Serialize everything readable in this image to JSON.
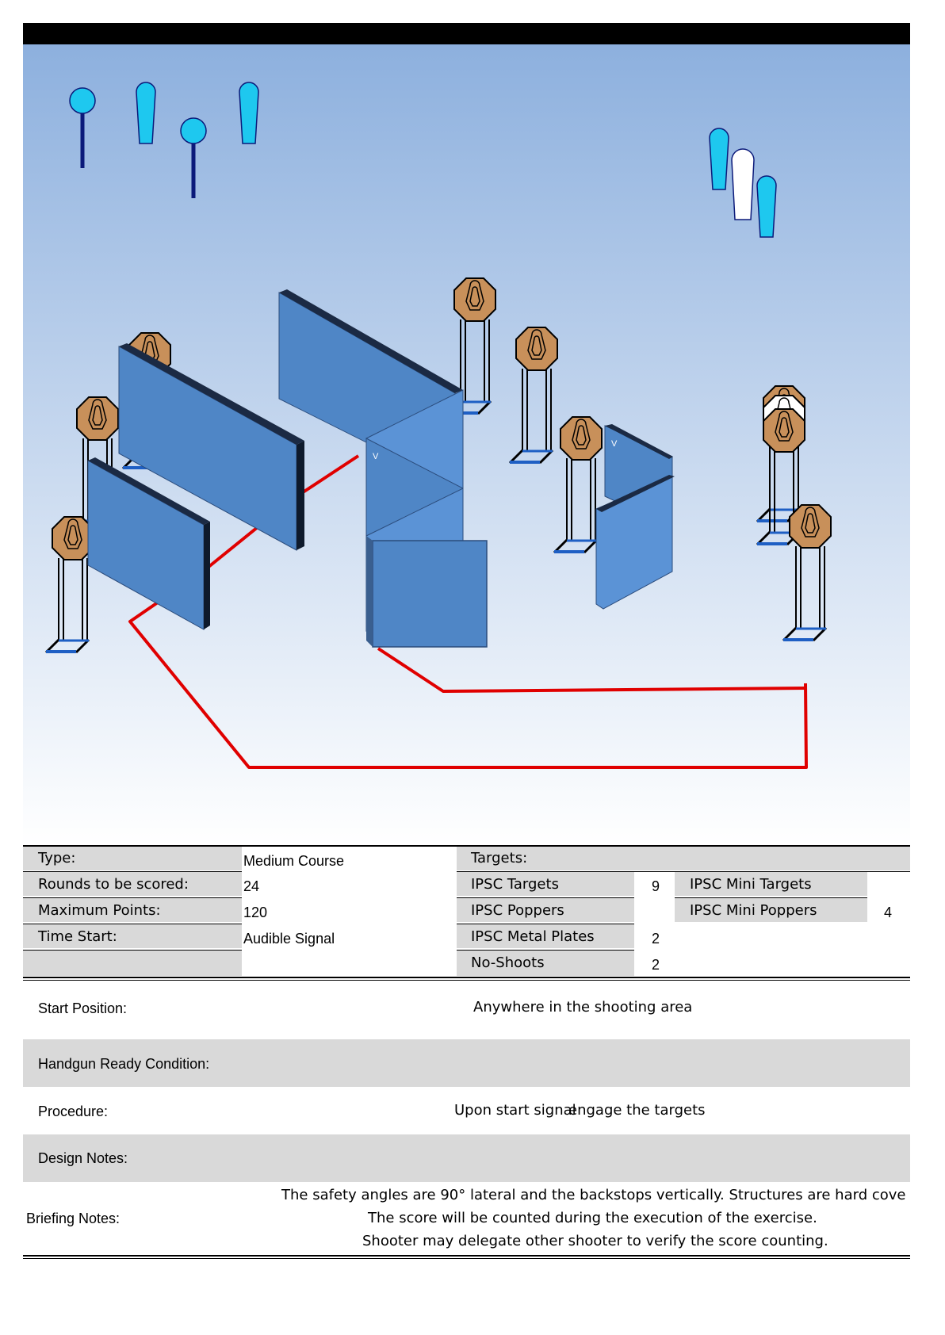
{
  "colors": {
    "sky_top": "#8db0de",
    "sky_bottom": "#ffffff",
    "wall": "#4f86c6",
    "wall_dark": "#1b2a44",
    "route": "#e00000",
    "steel_popper": "#1ec8ef",
    "steel_stand": "#0b1a7a",
    "target_tan": "#c8905a",
    "table_gray": "#d9d9d9"
  },
  "stage": {
    "wall_mark_1": "V",
    "wall_mark_2": "V"
  },
  "summary": {
    "type_label": "Type:",
    "type_value": "Medium Course",
    "rounds_label": "Rounds to be scored:",
    "rounds_value": "24",
    "points_label": "Maximum Points:",
    "points_value": "120",
    "start_label": "Time Start:",
    "start_value": "Audible Signal",
    "targets_label": "Targets:",
    "targets": [
      {
        "label": "IPSC Targets",
        "count": "9"
      },
      {
        "label": "IPSC Poppers",
        "count": ""
      },
      {
        "label": "IPSC Metal Plates",
        "count": "2"
      },
      {
        "label": "No-Shoots",
        "count": "2"
      }
    ],
    "mini": [
      {
        "label": "IPSC Mini Targets",
        "count": ""
      },
      {
        "label": "IPSC Mini Poppers",
        "count": "4"
      }
    ]
  },
  "details": {
    "start_position_label": "Start Position:",
    "start_position_value": "Anywhere in the shooting area",
    "ready_label": "Handgun Ready Condition:",
    "ready_value": "",
    "procedure_label": "Procedure:",
    "procedure_value_a": "Upon start signal",
    "procedure_value_b": "engage the targets",
    "design_label": "Design Notes:",
    "design_value": "",
    "briefing_label": "Briefing Notes:",
    "briefing_lines": [
      "The safety angles are 90° lateral and the backstops vertically. Structures are hard cove",
      "The score will be counted during the execution of the exercise.",
      "Shooter may delegate other shooter to verify the score counting."
    ]
  }
}
